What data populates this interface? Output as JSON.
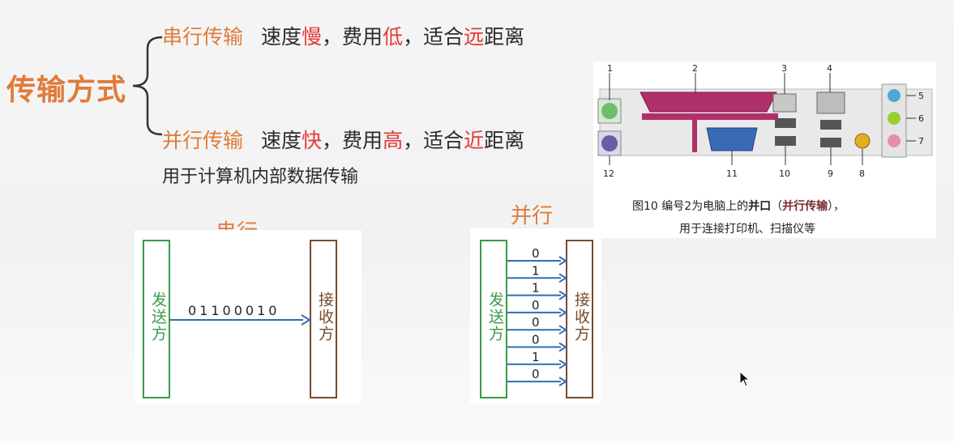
{
  "title": "传输方式",
  "serial_row": {
    "name": "串行传输",
    "speed_prefix": "速度",
    "speed_value": "慢",
    "cost_prefix": "，费用",
    "cost_value": "低",
    "distance_prefix": "，适合",
    "distance_value": "远",
    "distance_suffix": "距离"
  },
  "parallel_row": {
    "name": "并行传输",
    "speed_prefix": "速度",
    "speed_value": "快",
    "cost_prefix": "，费用",
    "cost_value": "高",
    "distance_prefix": "，适合",
    "distance_value": "近",
    "distance_suffix": "距离",
    "note": "用于计算机内部数据传输"
  },
  "serial_diagram": {
    "title": "串行",
    "sender": "发送方",
    "receiver": "接收方",
    "bits": "01100010"
  },
  "parallel_diagram": {
    "title": "并行",
    "sender": "发送方",
    "receiver": "接收方",
    "bits": [
      "0",
      "1",
      "1",
      "0",
      "0",
      "0",
      "1",
      "0"
    ]
  },
  "photo": {
    "numbers": [
      "1",
      "2",
      "3",
      "4",
      "5",
      "6",
      "7",
      "8",
      "9",
      "10",
      "11",
      "12"
    ],
    "caption_prefix": "图10  编号2为电脑上的",
    "caption_bold": "并口",
    "caption_open": "（",
    "caption_paren": "并行传输",
    "caption_close": "），",
    "caption_line2": "用于连接打印机、扫描仪等"
  },
  "colors": {
    "orange": "#e07b39",
    "red": "#e53935",
    "sender_green": "#3a9a4a",
    "receiver_brown": "#7a4a2a",
    "arrow_blue": "#2f6db5"
  }
}
